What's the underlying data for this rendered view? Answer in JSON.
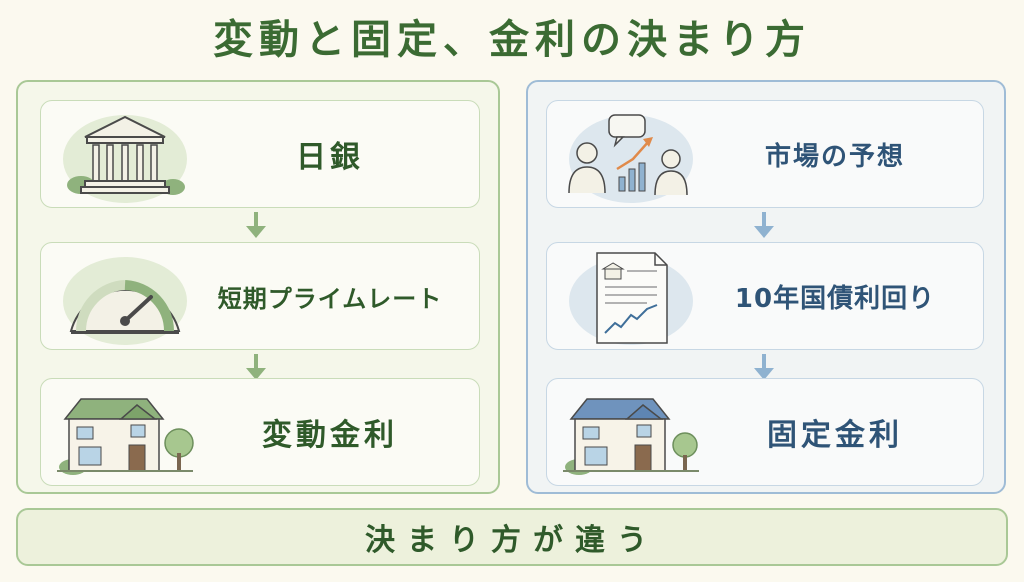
{
  "title": "変動と固定、金利の決まり方",
  "left": {
    "steps": [
      {
        "label": "日銀",
        "icon": "bank-building-icon"
      },
      {
        "label": "短期プライムレート",
        "icon": "gauge-icon"
      },
      {
        "label": "変動金利",
        "icon": "house-green-roof-icon"
      }
    ]
  },
  "right": {
    "steps": [
      {
        "label": "市場の予想",
        "icon": "people-chart-icon"
      },
      {
        "label": "10年国債利回り",
        "icon": "bond-document-icon"
      },
      {
        "label": "固定金利",
        "icon": "house-blue-roof-icon"
      }
    ]
  },
  "bottom": "決まり方が違う",
  "colors": {
    "green": "#3b6b33",
    "blue": "#2f5477",
    "arrow_green": "#8fb27d",
    "arrow_blue": "#8fb2d0"
  }
}
